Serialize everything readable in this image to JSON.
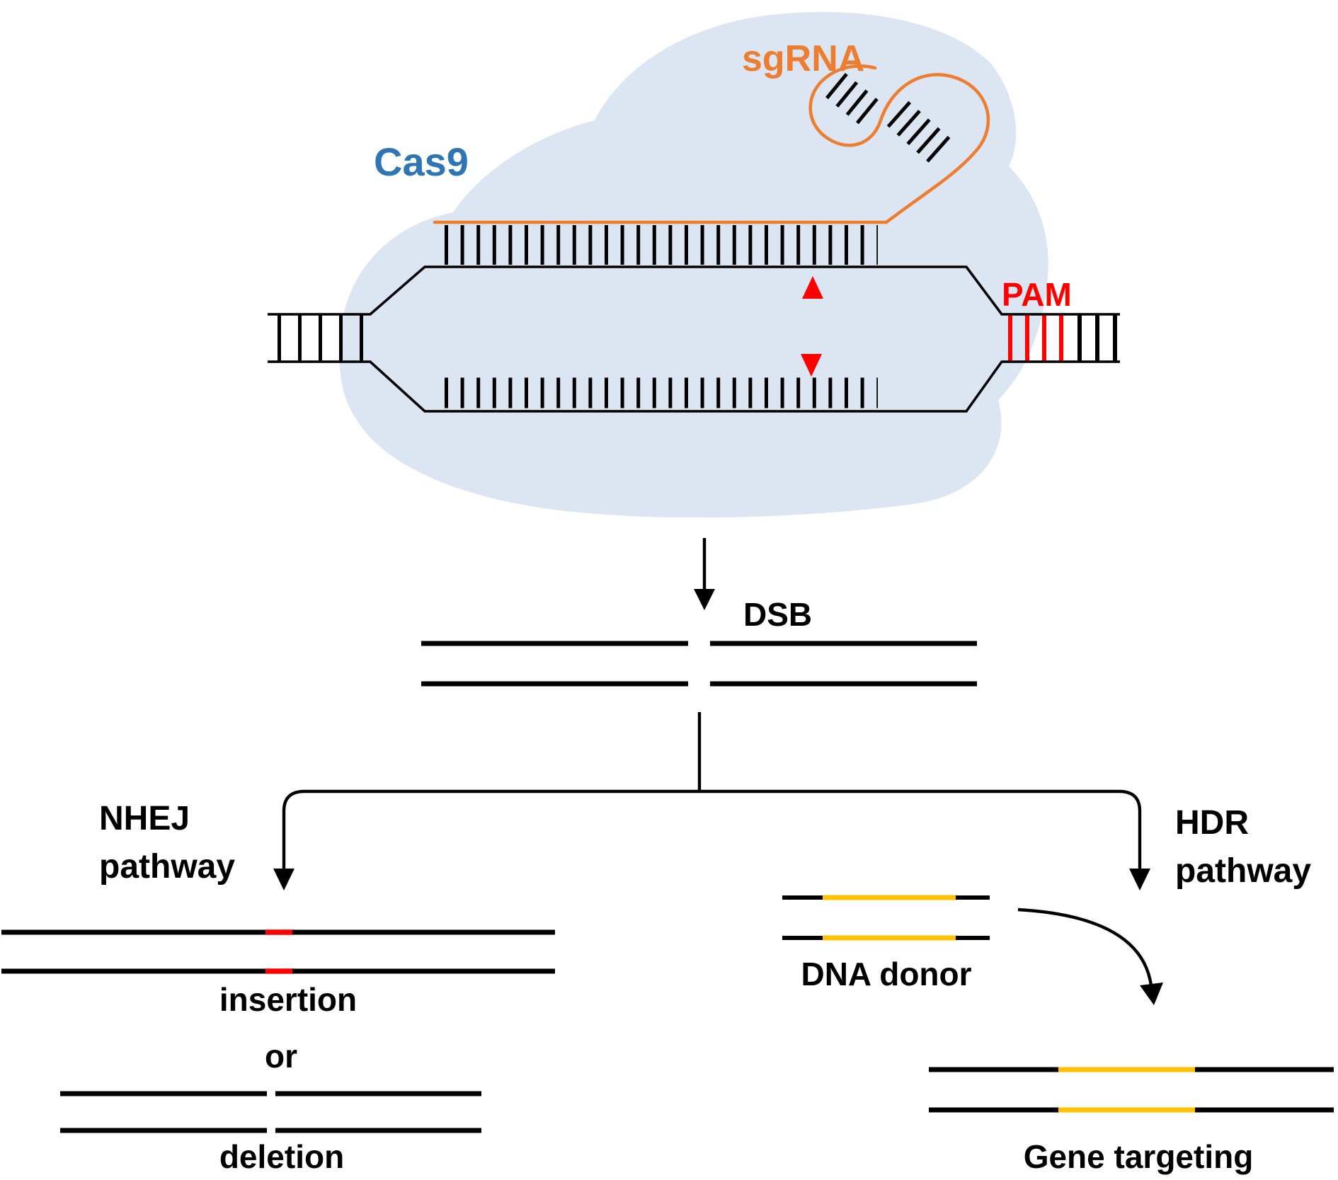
{
  "figure": {
    "description": "CRISPR-Cas9 genome editing mechanism: Cas9-sgRNA complex cleaves target DNA at a PAM-adjacent site creating a double-strand break (DSB), repaired by NHEJ (insertion or deletion) or HDR with a DNA donor (gene targeting)."
  },
  "colors": {
    "blob": "#dce6f2",
    "cas9_label": "#2e75b6",
    "sgrna": "#ed7d31",
    "pam": "#ff0000",
    "cut_site": "#ff0000",
    "insertion_mark": "#ff0000",
    "donor_segment": "#ffc000",
    "dna": "#000000"
  },
  "labels": {
    "cas9": "Cas9",
    "sgrna": "sgRNA",
    "pam": "PAM",
    "dsb": "DSB",
    "nhej_line1": "NHEJ",
    "nhej_line2": "pathway",
    "hdr_line1": "HDR",
    "hdr_line2": "pathway",
    "insertion": "insertion",
    "or": "or",
    "deletion": "deletion",
    "dna_donor": "DNA donor",
    "gene_targeting": "Gene targeting"
  }
}
